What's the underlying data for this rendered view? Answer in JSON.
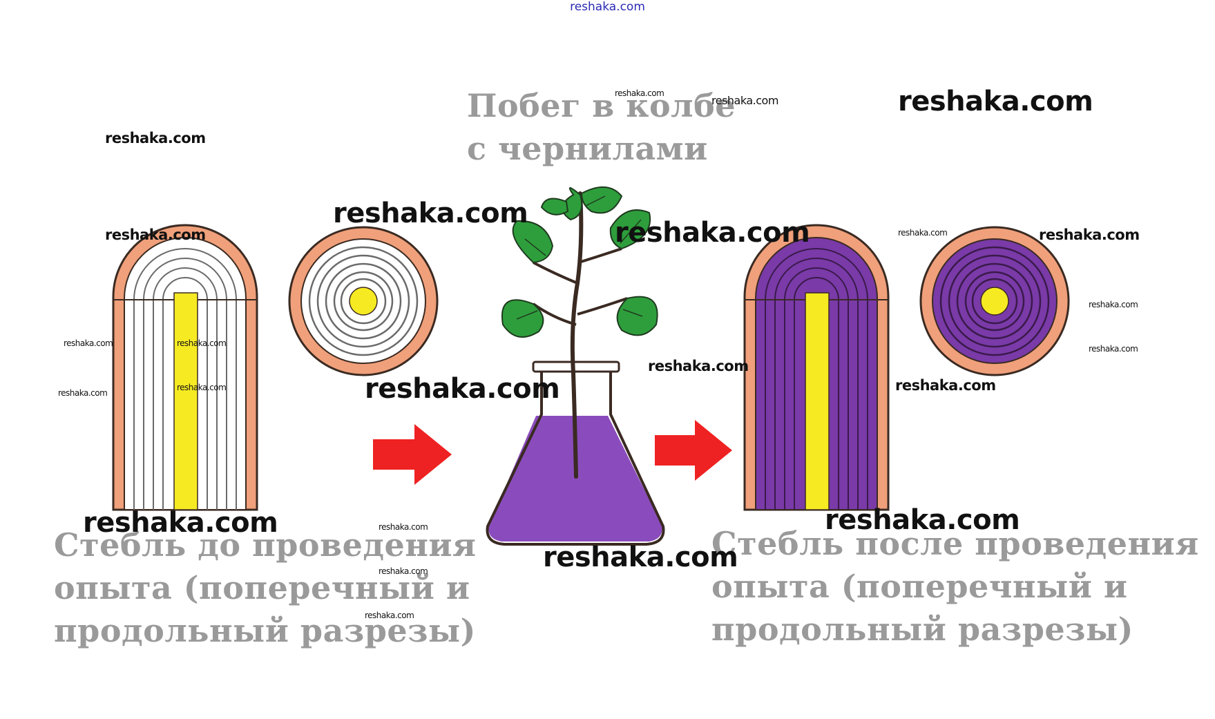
{
  "header": {
    "site_link": "reshaka.com"
  },
  "diagram": {
    "title": "Побег в колбе\nс чернилами",
    "caption_before": "Стебль до проведения\nопыта (поперечный и\nпродольный разрезы)",
    "caption_after": "Стебль после проведения\nопыта (поперечный и\nпродольный разрезы)",
    "colors": {
      "bark": "#f0a07a",
      "outline": "#3a2a22",
      "pith": "#f6ea23",
      "ink": "#7a3aa8",
      "ink_liquid": "#8a4cbc",
      "leaf": "#2e9e3c",
      "arrow": "#ee2222",
      "caption": "#9a9a9a"
    }
  },
  "watermarks": [
    "reshaka.com",
    "reshaka.com",
    "reshaka.com",
    "reshaka.com",
    "reshaka.com",
    "reshaka.com",
    "reshaka.com",
    "reshaka.com",
    "reshaka.com",
    "reshaka.com",
    "reshaka.com",
    "reshaka.com",
    "reshaka.com",
    "reshaka.com",
    "reshaka.com",
    "reshaka.com",
    "reshaka.com",
    "reshaka.com",
    "reshaka.com",
    "reshaka.com",
    "reshaka.com",
    "reshaka.com",
    "reshaka.com",
    "reshaka.com"
  ]
}
